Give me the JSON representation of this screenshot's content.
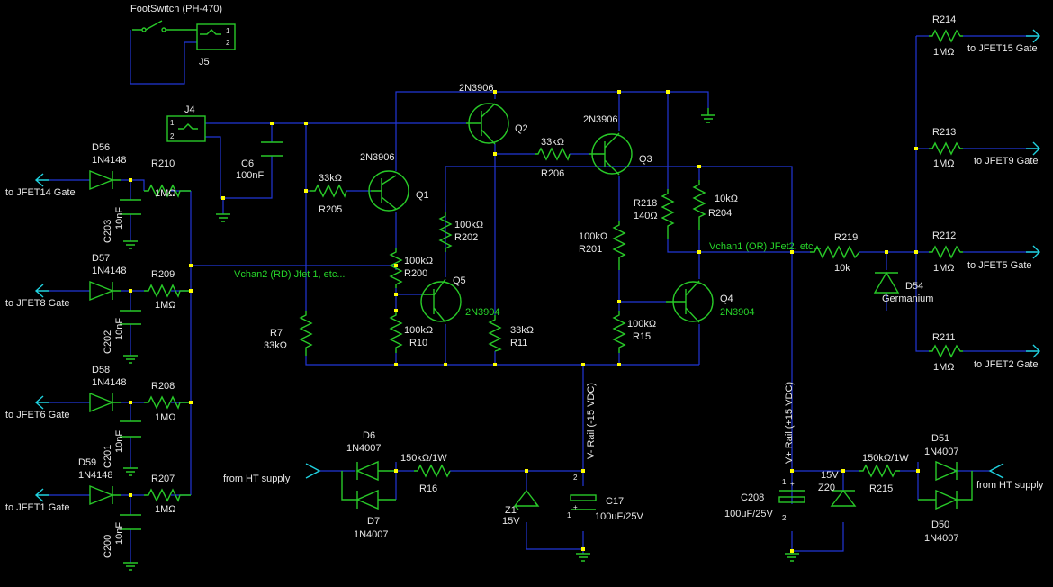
{
  "footswitch": {
    "label": "FootSwitch (PH-470)",
    "jack": "J5",
    "pin1": "1",
    "pin2": "2"
  },
  "input_jack": {
    "label": "J4",
    "pin1": "1",
    "pin2": "2"
  },
  "caps": {
    "c6": {
      "name": "C6",
      "value": "100nF"
    },
    "c203": {
      "name": "C203",
      "value": "10nF"
    },
    "c202": {
      "name": "C202",
      "value": "10nF"
    },
    "c201": {
      "name": "C201",
      "value": "10nF"
    },
    "c200": {
      "name": "C200",
      "value": "10nF"
    },
    "c17": {
      "name": "C17",
      "value": "100uF/25V"
    },
    "c208": {
      "name": "C208",
      "value": "100uF/25V"
    }
  },
  "left_diodes": [
    {
      "name": "D56",
      "part": "1N4148",
      "res": "R210",
      "res_value": "1MΩ",
      "target": "to JFET14 Gate"
    },
    {
      "name": "D57",
      "part": "1N4148",
      "res": "R209",
      "res_value": "1MΩ",
      "target": "to JFET8 Gate"
    },
    {
      "name": "D58",
      "part": "1N4148",
      "res": "R208",
      "res_value": "1MΩ",
      "target": "to JFET6 Gate"
    },
    {
      "name": "D59",
      "part": "1N4148",
      "res": "R207",
      "res_value": "1MΩ",
      "target": "to JFET1 Gate"
    }
  ],
  "right_outputs": [
    {
      "res": "R214",
      "value": "1MΩ",
      "target": "to JFET15 Gate"
    },
    {
      "res": "R213",
      "value": "1MΩ",
      "target": "to JFET9 Gate"
    },
    {
      "res": "R212",
      "value": "1MΩ",
      "target": "to JFET5 Gate"
    },
    {
      "res": "R211",
      "value": "1MΩ",
      "target": "to JFET2 Gate"
    }
  ],
  "transistors": {
    "q1": {
      "name": "Q1",
      "part": "2N3906"
    },
    "q2": {
      "name": "Q2",
      "part": "2N3906"
    },
    "q3": {
      "name": "Q3",
      "part": "2N3906"
    },
    "q4": {
      "name": "Q4",
      "part": "2N3904"
    },
    "q5": {
      "name": "Q5",
      "part": "2N3904"
    }
  },
  "resistors": {
    "r205": {
      "name": "R205",
      "value": "33kΩ"
    },
    "r206": {
      "name": "R206",
      "value": "33kΩ"
    },
    "r200": {
      "name": "R200",
      "value": "100kΩ"
    },
    "r202": {
      "name": "R202",
      "value": "100kΩ"
    },
    "r201": {
      "name": "R201",
      "value": "100kΩ"
    },
    "r218": {
      "name": "R218",
      "value": "140Ω"
    },
    "r204": {
      "name": "R204",
      "value": "10kΩ"
    },
    "r7": {
      "name": "R7",
      "value": "33kΩ"
    },
    "r10": {
      "name": "R10",
      "value": "100kΩ"
    },
    "r11": {
      "name": "R11",
      "value": "33kΩ"
    },
    "r15": {
      "name": "R15",
      "value": "100kΩ"
    },
    "r219": {
      "name": "R219",
      "value": "10k"
    },
    "r16": {
      "name": "R16",
      "value": "150kΩ/1W"
    },
    "r215": {
      "name": "R215",
      "value": "150kΩ/1W"
    }
  },
  "nets": {
    "vchan2": "Vchan2 (RD) Jfet 1, etc...",
    "vchan1": "Vchan1 (OR) JFet2, etc...",
    "vminus": "V- Rail (-15 VDC)",
    "vplus": "V+ Rail (+15 VDC)"
  },
  "supply": {
    "left_in": "from HT supply",
    "right_in": "from HT supply",
    "d6": {
      "name": "D6",
      "part": "1N4007"
    },
    "d7": {
      "name": "D7",
      "part": "1N4007"
    },
    "d51": {
      "name": "D51",
      "part": "1N4007"
    },
    "d50": {
      "name": "D50",
      "part": "1N4007"
    },
    "z1": {
      "name": "Z1",
      "value": "15V"
    },
    "z20": {
      "name": "Z20",
      "value": "15V"
    },
    "d54": {
      "name": "D54",
      "part": "Germanium"
    }
  },
  "colors": {
    "background": "#000000",
    "wire": "#2136d6",
    "component": "#28c828",
    "text": "#e8e8e8",
    "net_text": "#27d62a",
    "arrow": "#20d2e0",
    "junction": "#ffff00"
  }
}
